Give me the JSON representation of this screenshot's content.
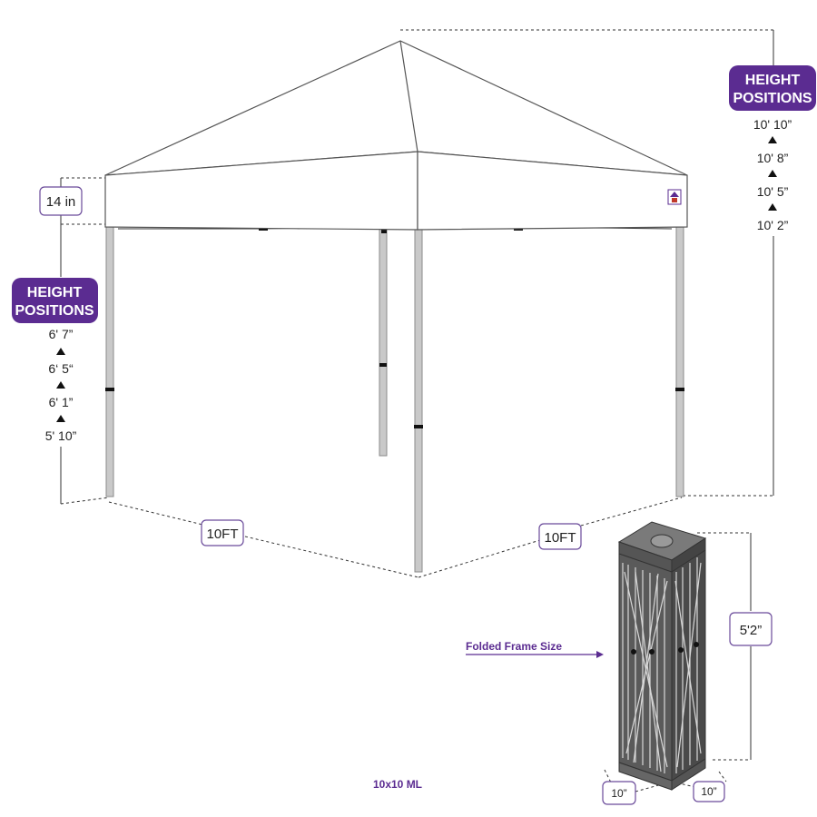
{
  "left_height_positions": {
    "title_line1": "HEIGHT",
    "title_line2": "POSITIONS",
    "values": [
      "6' 7”",
      "6‘ 5“",
      "6' 1”",
      "5' 10”"
    ]
  },
  "right_height_positions": {
    "title_line1": "HEIGHT",
    "title_line2": "POSITIONS",
    "values": [
      "10' 10”",
      "10' 8”",
      "10' 5”",
      "10' 2”"
    ]
  },
  "valance_height": "14 in",
  "width_left": "10FT",
  "width_right": "10FT",
  "folded_frame": {
    "label": "Folded Frame Size",
    "height": "5'2”",
    "width_left": "10”",
    "width_right": "10”"
  },
  "model_caption": "10x10 ML",
  "colors": {
    "brand_purple": "#5b2c91",
    "frame_gray": "#c9c9c9",
    "canopy_white": "#ffffff"
  }
}
